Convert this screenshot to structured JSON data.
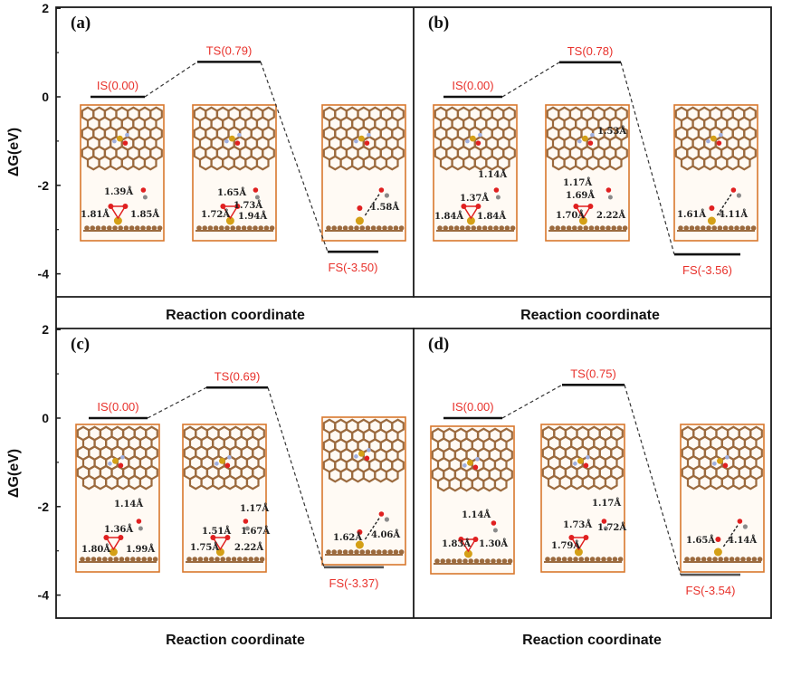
{
  "colors": {
    "energy_label": "#e8312b",
    "frame": "#1a1a1a",
    "snapshot_border": "#d9782d",
    "carbon": "#9b6a3e",
    "metal": "#d4a017",
    "oxygen": "#e02020",
    "nitrogen": "#9fb0e0"
  },
  "chart_data": [
    {
      "type": "line",
      "panel": "(a)",
      "xlabel": "Reaction coordinate",
      "ylabel": "ΔG(eV)",
      "ylim": [
        -4.5,
        2
      ],
      "yticks": [
        "2",
        "0",
        "-2",
        "-4"
      ],
      "states": [
        "IS",
        "TS",
        "FS"
      ],
      "values": [
        0.0,
        0.79,
        -3.5
      ],
      "state_labels": [
        "IS(0.00)",
        "TS(0.79)",
        "FS(-3.50)"
      ],
      "bond_labels": [
        "1.39Å",
        "1.81Å",
        "1.85Å",
        "1.65Å",
        "1.73Å",
        "1.72Å",
        "1.94Å",
        "1.58Å"
      ]
    },
    {
      "type": "line",
      "panel": "(b)",
      "xlabel": "Reaction coordinate",
      "ylabel": "",
      "ylim": [
        -4.5,
        2
      ],
      "states": [
        "IS",
        "TS",
        "FS"
      ],
      "values": [
        0.0,
        0.78,
        -3.56
      ],
      "state_labels": [
        "IS(0.00)",
        "TS(0.78)",
        "FS(-3.56)"
      ],
      "bond_labels": [
        "1.14Å",
        "1.37Å",
        "1.84Å",
        "1.84Å",
        "1.53Å",
        "1.17Å",
        "1.69Å",
        "1.70Å",
        "2.22Å",
        "1.61Å",
        "4.11Å"
      ]
    },
    {
      "type": "line",
      "panel": "(c)",
      "xlabel": "Reaction coordinate",
      "ylabel": "ΔG(eV)",
      "ylim": [
        -4.5,
        2
      ],
      "yticks": [
        "2",
        "0",
        "-2",
        "-4"
      ],
      "states": [
        "IS",
        "TS",
        "FS"
      ],
      "values": [
        0.0,
        0.69,
        -3.37
      ],
      "state_labels": [
        "IS(0.00)",
        "TS(0.69)",
        "FS(-3.37)"
      ],
      "bond_labels": [
        "1.14Å",
        "1.36Å",
        "1.80Å",
        "1.99Å",
        "1.17Å",
        "1.51Å",
        "1.67Å",
        "1.75Å",
        "2.22Å",
        "1.62Å",
        "4.06Å"
      ]
    },
    {
      "type": "line",
      "panel": "(d)",
      "xlabel": "Reaction coordinate",
      "ylabel": "",
      "ylim": [
        -4.5,
        2
      ],
      "states": [
        "IS",
        "TS",
        "FS"
      ],
      "values": [
        0.0,
        0.75,
        -3.54
      ],
      "state_labels": [
        "IS(0.00)",
        "TS(0.75)",
        "FS(-3.54)"
      ],
      "bond_labels": [
        "1.14Å",
        "1.83Å",
        "1.30Å",
        "1.17Å",
        "1.73Å",
        "1.72Å",
        "1.79Å",
        "1.65Å",
        "4.14Å"
      ]
    }
  ]
}
